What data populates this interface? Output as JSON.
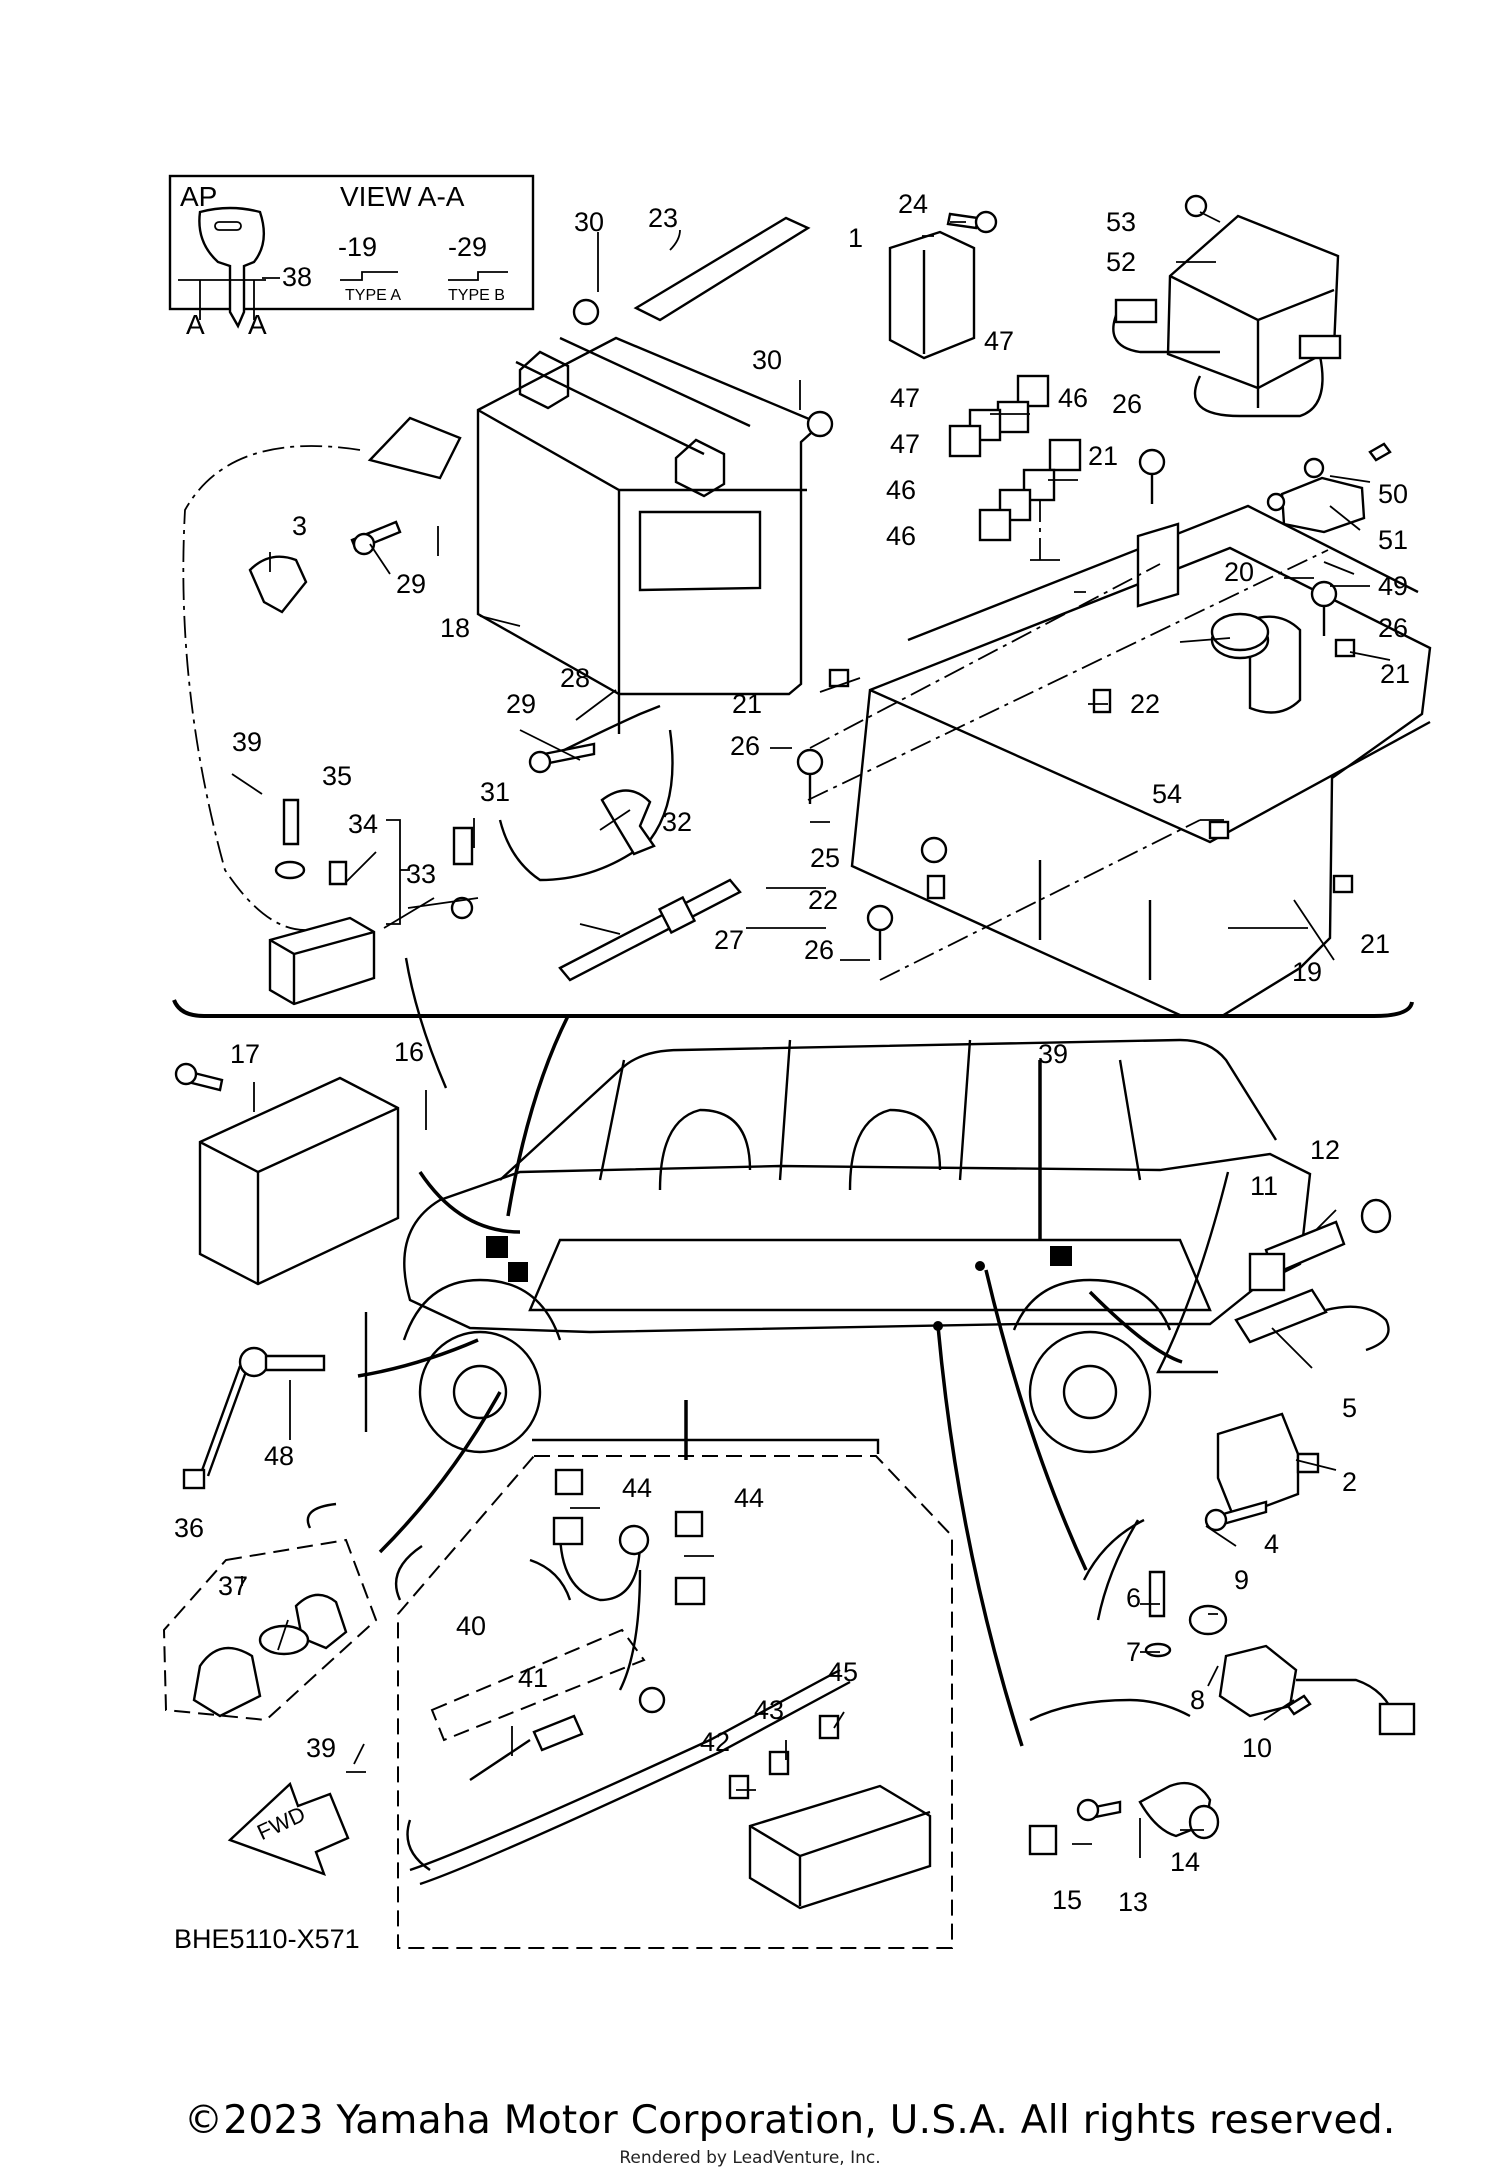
{
  "diagram_code": "BHE5110-X571",
  "inset": {
    "ap_label": "AP",
    "view_label": "VIEW A-A",
    "section_letter_left": "A",
    "section_letter_right": "A",
    "variants": [
      {
        "suffix": "-19",
        "type": "TYPE A"
      },
      {
        "suffix": "-29",
        "type": "TYPE B"
      }
    ]
  },
  "fwd_label": "FWD",
  "copyright": "©2023 Yamaha Motor Corporation, U.S.A. All rights reserved.",
  "watermark": "Rendered by LeadVenture, Inc.",
  "callouts": {
    "c1": "1",
    "c2": "2",
    "c3": "3",
    "c4": "4",
    "c5": "5",
    "c6": "6",
    "c7": "7",
    "c8": "8",
    "c9": "9",
    "c10": "10",
    "c11": "11",
    "c12": "12",
    "c13": "13",
    "c14": "14",
    "c15": "15",
    "c16": "16",
    "c17": "17",
    "c18": "18",
    "c19": "19",
    "c20": "20",
    "c21": "21",
    "c22": "22",
    "c23": "23",
    "c24": "24",
    "c25": "25",
    "c26": "26",
    "c27": "27",
    "c28": "28",
    "c29": "29",
    "c30": "30",
    "c31": "31",
    "c32": "32",
    "c33": "33",
    "c34": "34",
    "c35": "35",
    "c36": "36",
    "c37": "37",
    "c38": "38",
    "c39": "39",
    "c40": "40",
    "c41": "41",
    "c42": "42",
    "c43": "43",
    "c44": "44",
    "c45": "45",
    "c46": "46",
    "c47": "47",
    "c48": "48",
    "c49": "49",
    "c50": "50",
    "c51": "51",
    "c52": "52",
    "c53": "53",
    "c54": "54"
  }
}
